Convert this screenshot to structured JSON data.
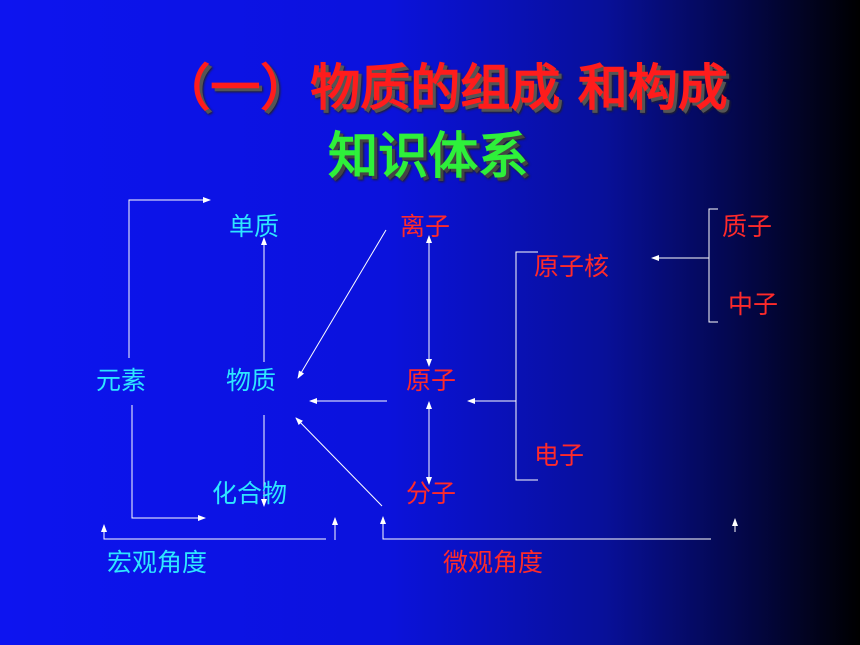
{
  "title": {
    "line1": "（一）物质的组成 和构成",
    "line2": "知识体系"
  },
  "nodes": {
    "danzhi": "单质",
    "lizi": "离子",
    "zhizi": "质子",
    "yuanzihe": "原子核",
    "zhongzi": "中子",
    "yuansu": "元素",
    "wuzhi": "物质",
    "yuanzi": "原子",
    "dianzi": "电子",
    "huahewu": "化合物",
    "fenzi": "分子",
    "hongguan": "宏观角度",
    "weiguan": "微观角度"
  },
  "colors": {
    "macro": "#2ee6ff",
    "micro": "#ff2a2a",
    "title_red": "#ff1c1c",
    "title_green": "#2ef03a"
  }
}
